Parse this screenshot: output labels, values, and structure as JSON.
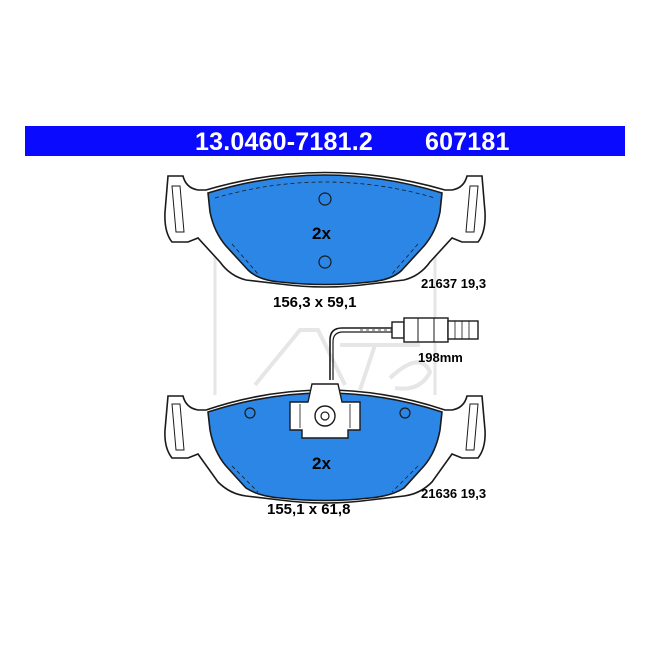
{
  "header": {
    "part_number": "13.0460-7181.2",
    "reference": "607181"
  },
  "top_pad": {
    "quantity": "2x",
    "dimensions": "156,3 x 59,1",
    "spec_number": "21637",
    "spec_thickness": "19,3"
  },
  "bottom_pad": {
    "quantity": "2x",
    "dimensions": "155,1 x 61,8",
    "spec_number": "21636",
    "spec_thickness": "19,3"
  },
  "sensor": {
    "length_label": "198mm"
  },
  "colors": {
    "header": "#0a0aff",
    "pad": "#2b86e6",
    "watermark": "#e3e3e3"
  }
}
